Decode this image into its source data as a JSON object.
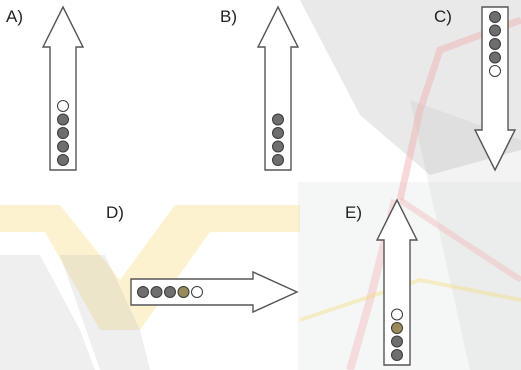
{
  "panels": [
    {
      "id": "a",
      "label": "A)",
      "direction": "up",
      "tokens": [
        "empty",
        "filled",
        "filled",
        "filled",
        "filled"
      ]
    },
    {
      "id": "b",
      "label": "B)",
      "direction": "up",
      "tokens": [
        "filled",
        "filled",
        "filled",
        "filled"
      ]
    },
    {
      "id": "c",
      "label": "C)",
      "direction": "down",
      "tokens": [
        "filled",
        "filled",
        "filled",
        "filled",
        "empty"
      ]
    },
    {
      "id": "d",
      "label": "D)",
      "direction": "right",
      "tokens": [
        "filled",
        "filled",
        "filled",
        "tan",
        "empty"
      ]
    },
    {
      "id": "e",
      "label": "E)",
      "direction": "up",
      "tokens": [
        "empty",
        "tan",
        "filled",
        "filled"
      ]
    }
  ],
  "colors": {
    "outline": "#555555",
    "filled_token": "#6e6e6e",
    "tan_token": "#9a8a5a",
    "empty_token": "#ffffff",
    "bg_chevron_yellow": "#f6d76a",
    "bg_chevron_gray": "#b6b6b6",
    "bg_pink": "#f2b4b4",
    "bg_panel_gray": "#9a9a9a"
  }
}
